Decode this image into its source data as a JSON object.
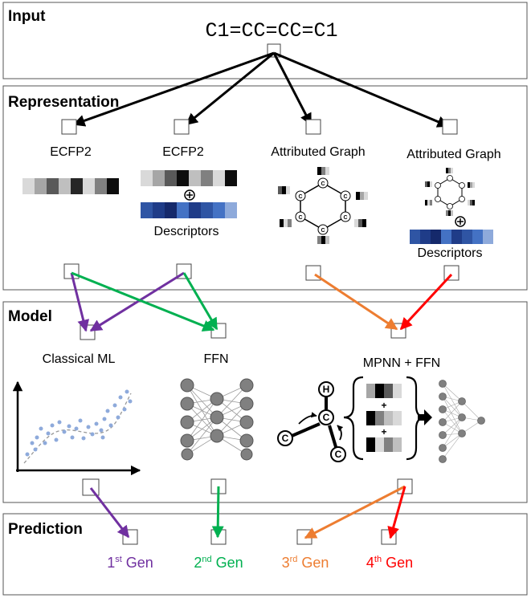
{
  "panels": {
    "input": "Input",
    "representation": "Representation",
    "model": "Model",
    "prediction": "Prediction"
  },
  "smiles": "C1=CC=CC=C1",
  "representations": {
    "ecfp2_a": "ECFP2",
    "ecfp2_b": "ECFP2",
    "graph_a": "Attributed Graph",
    "graph_b": "Attributed Graph",
    "descriptors_a": "Descriptors",
    "descriptors_b": "Descriptors"
  },
  "models": {
    "classical": "Classical ML",
    "ffn": "FFN",
    "mpnn": "MPNN + FFN"
  },
  "atom_labels": {
    "c": "C",
    "h": "H",
    "plus": "+"
  },
  "generations": [
    {
      "num": "1",
      "sup": "st",
      "text": " Gen",
      "color": "#7030a0"
    },
    {
      "num": "2",
      "sup": "nd",
      "text": " Gen",
      "color": "#00b050"
    },
    {
      "num": "3",
      "sup": "rd",
      "text": " Gen",
      "color": "#ed7d31"
    },
    {
      "num": "4",
      "sup": "th",
      "text": " Gen",
      "color": "#ff0000"
    }
  ],
  "colors": {
    "purple": "#7030a0",
    "green": "#00b050",
    "orange": "#ed7d31",
    "red": "#ff0000",
    "descriptor_blue": "#2f55a4",
    "node_gray": "#808080"
  }
}
